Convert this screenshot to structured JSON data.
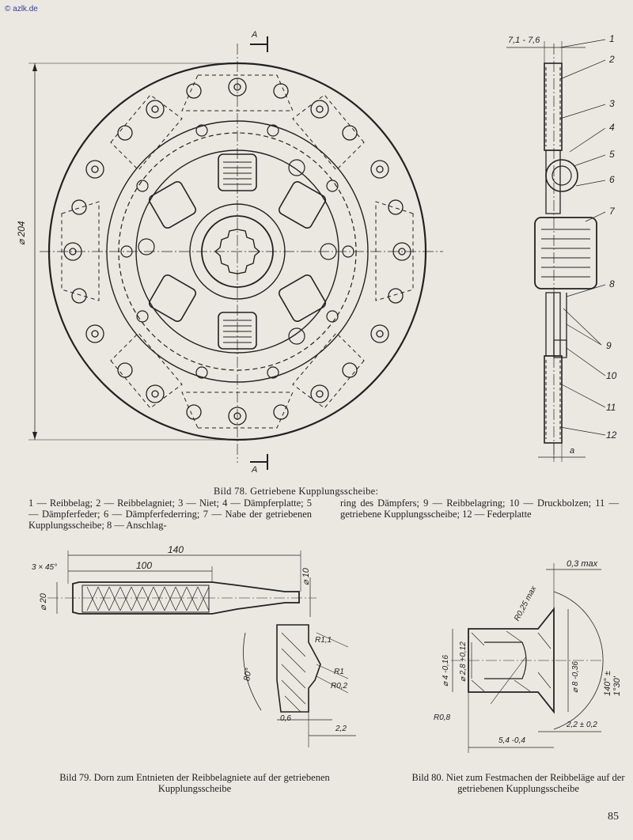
{
  "watermark": "© azlk.de",
  "figure78": {
    "title": "Bild 78. Getriebene Kupplungsscheibe:",
    "legend_left": "1 — Reibbelag; 2 — Reibbelagniet; 3 — Niet; 4 — Dämpferplatte; 5 — Dämpferfeder; 6 — Dämpferfederring; 7 — Nabe der getriebenen Kupplungsscheibe; 8 — Anschlag-",
    "legend_right": "ring des Dämpfers; 9 — Reibbelagring; 10 — Druckbolzen; 11 — getriebene Kupplungsscheibe; 12 — Federplatte",
    "section_label": "A",
    "diameter_label": "⌀ 204",
    "thickness_label": "7,1 - 7,6",
    "gap_label": "a",
    "callouts": [
      "1",
      "2",
      "3",
      "4",
      "5",
      "6",
      "7",
      "8",
      "9",
      "10",
      "11",
      "12"
    ]
  },
  "figure79": {
    "caption": "Bild 79. Dorn zum Entnieten der Reibbelagniete auf der getriebenen Kupplungsscheibe",
    "dims": {
      "total": "140",
      "knurl": "100",
      "chamfer": "3 × 45°",
      "dia20": "⌀ 20",
      "dia10": "⌀ 10",
      "angle": "80°",
      "r11": "R1,1",
      "r1": "R1",
      "r02": "R0,2",
      "d06": "0,6",
      "d22": "2,2"
    }
  },
  "figure80": {
    "caption": "Bild 80. Niet zum Festmachen der Reibbeläge auf der getriebenen Kupplungsscheibe",
    "dims": {
      "max03": "0,3 max",
      "r025": "R0,25 max",
      "d4": "⌀ 4 -0,16",
      "d28": "⌀ 2,8 +0,12",
      "d8": "⌀ 8 -0,36",
      "angle": "140° ± 1°30'",
      "r08": "R0,8",
      "d22": "2,2 ± 0,2",
      "d54": "5,4 -0,4"
    }
  },
  "page_number": "85"
}
